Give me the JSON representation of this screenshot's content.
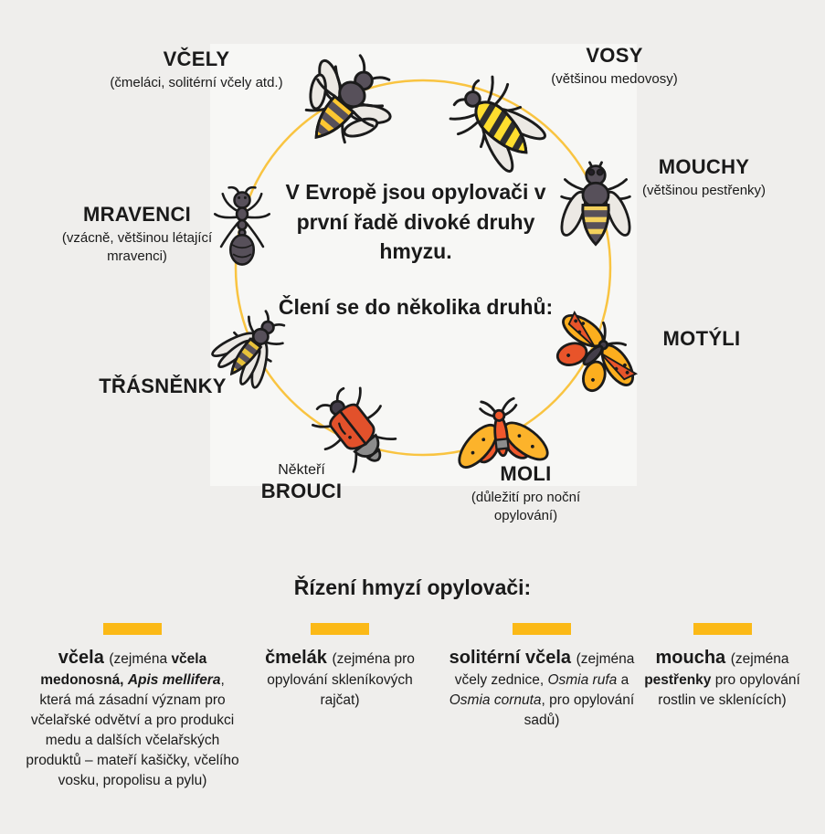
{
  "colors": {
    "background": "#efeeec",
    "panel": "#f7f7f5",
    "ring": "#F9C441",
    "accent_bar": "#FBB917",
    "insect_dark": "#57505a",
    "bee_yellow": "#FDC731",
    "wasp_yellow": "#FFDE2E",
    "wing_gray": "#ece9e4",
    "butterfly_orange": "#FCAE1E",
    "red_orange": "#E8542A",
    "moth_gold": "#FCB32B",
    "beetle_red": "#E2512B",
    "beetle_gray": "#8c8c8c"
  },
  "center": {
    "para1": "V Evropě jsou opylovači v první řadě divoké druhy hmyzu.",
    "para2": "Člení se do několika druhů:"
  },
  "groups": [
    {
      "id": "vcely",
      "name": "VČELY",
      "note": "(čmeláci, solitérní včely atd.)",
      "icon": "bee-icon"
    },
    {
      "id": "vosy",
      "name": "VOSY",
      "note": "(většinou medovosy)",
      "icon": "wasp-icon"
    },
    {
      "id": "mouchy",
      "name": "MOUCHY",
      "note": "(většinou pestřenky)",
      "icon": "fly-icon"
    },
    {
      "id": "motyli",
      "name": "MOTÝLI",
      "note": "",
      "icon": "butterfly-icon"
    },
    {
      "id": "moli",
      "name": "MOLI",
      "note": "(důležití pro noční opylování)",
      "icon": "moth-icon"
    },
    {
      "id": "brouci",
      "name": "BROUCI",
      "pre": "Někteří",
      "note": "",
      "icon": "beetle-icon"
    },
    {
      "id": "trasnenky",
      "name": "TŘÁSNĚNKY",
      "note": "",
      "icon": "thrips-icon"
    },
    {
      "id": "mravenci",
      "name": "MRAVENCI",
      "note": "(vzácně, většinou létající mravenci)",
      "icon": "ant-icon"
    }
  ],
  "managed": {
    "title": "Řízení hmyzí opylovači:",
    "items": [
      {
        "segments": [
          {
            "text": "včela ",
            "lead": true
          },
          {
            "text": "(zejména "
          },
          {
            "text": "včela medonosná, ",
            "bold": true
          },
          {
            "text": "Apis mellifera",
            "bold": true,
            "italic": true
          },
          {
            "text": ", která má zásadní význam pro včelařské odvětví a pro produkci medu a dalších včelařských produktů – mateří kašičky, včelího vosku, propolisu a pylu)"
          }
        ]
      },
      {
        "segments": [
          {
            "text": "čmelák ",
            "lead": true
          },
          {
            "text": "(zejména pro opylování skleníkových rajčat)"
          }
        ]
      },
      {
        "segments": [
          {
            "text": "solitérní včela ",
            "lead": true
          },
          {
            "text": "(zejména včely zednice, "
          },
          {
            "text": "Osmia rufa",
            "italic": true
          },
          {
            "text": " a "
          },
          {
            "text": "Osmia cornuta",
            "italic": true
          },
          {
            "text": ", pro opylování sadů)"
          }
        ]
      },
      {
        "segments": [
          {
            "text": "moucha ",
            "lead": true
          },
          {
            "text": "(zejména "
          },
          {
            "text": "pestřenky",
            "bold": true
          },
          {
            "text": " pro opylování rostlin ve sklenících)"
          }
        ]
      }
    ]
  }
}
